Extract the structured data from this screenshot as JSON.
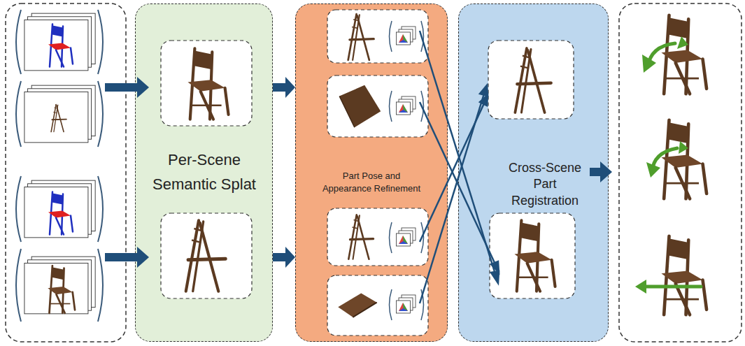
{
  "diagram": {
    "nodes": [
      {
        "text": [
          "Per-Scene Semantic Splat"
        ]
      },
      {
        "text": [
          "Part Pose and Appearance Refinement"
        ]
      },
      {
        "text": [
          "Cross-Scene Part Registration"
        ]
      }
    ],
    "edges": [
      {
        "from": 0,
        "to": 1,
        "arrow": "to"
      },
      {
        "from": 0,
        "to": 1,
        "arrow": "to"
      }
    ]
  }
}
